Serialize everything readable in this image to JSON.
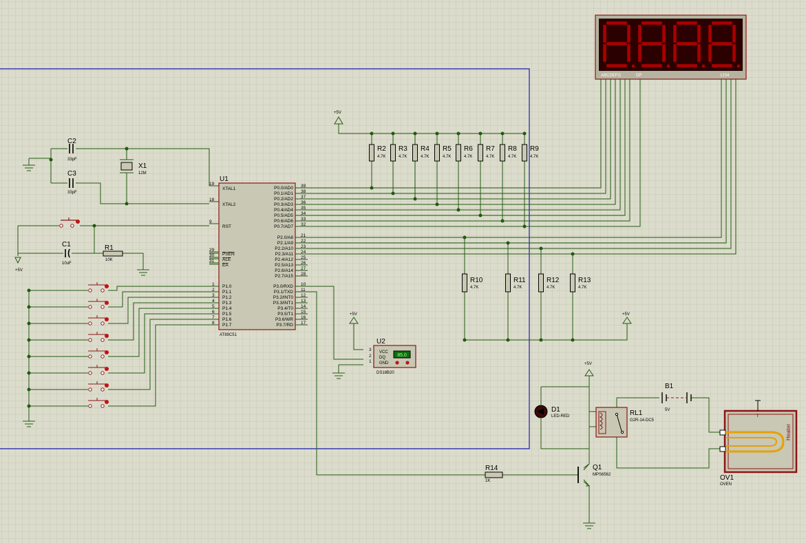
{
  "mcu": {
    "ref": "U1",
    "part": "AT89C51",
    "xtal1": "XTAL1",
    "xtal2": "XTAL2",
    "rst": "RST",
    "psen": "PSEN",
    "ale": "ALE",
    "ea": "EA",
    "left_pins": [
      "19",
      "18",
      "9",
      "29",
      "30",
      "31",
      "1",
      "2",
      "3",
      "4",
      "5",
      "6",
      "7",
      "8"
    ],
    "port1": [
      "P1.0",
      "P1.1",
      "P1.2",
      "P1.3",
      "P1.4",
      "P1.5",
      "P1.6",
      "P1.7"
    ],
    "port0": [
      "P0.0/AD0",
      "P0.1/AD1",
      "P0.2/AD2",
      "P0.3/AD3",
      "P0.4/AD4",
      "P0.5/AD5",
      "P0.6/AD6",
      "P0.7/AD7"
    ],
    "port0_pins": [
      "39",
      "38",
      "37",
      "36",
      "35",
      "34",
      "33",
      "32"
    ],
    "port2": [
      "P2.0/A8",
      "P2.1/A9",
      "P2.2/A10",
      "P2.3/A11",
      "P2.4/A12",
      "P2.5/A13",
      "P2.6/A14",
      "P2.7/A15"
    ],
    "port2_pins": [
      "21",
      "22",
      "23",
      "24",
      "25",
      "26",
      "27",
      "28"
    ],
    "port3": [
      "P3.0/RXD",
      "P3.1/TXD",
      "P3.2/INT0",
      "P3.3/INT1",
      "P3.4/T0",
      "P3.5/T1",
      "P3.6/WR",
      "P3.7/RD"
    ],
    "port3_pins": [
      "10",
      "11",
      "12",
      "13",
      "14",
      "15",
      "16",
      "17"
    ]
  },
  "crystal": {
    "ref": "X1",
    "value": "12M"
  },
  "caps": [
    {
      "ref": "C2",
      "value": "33pF"
    },
    {
      "ref": "C3",
      "value": "33pF"
    },
    {
      "ref": "C1",
      "value": "10uF"
    }
  ],
  "reset_resistor": {
    "ref": "R1",
    "value": "10K"
  },
  "pullups_p0": [
    {
      "ref": "R2",
      "value": "4.7K"
    },
    {
      "ref": "R3",
      "value": "4.7K"
    },
    {
      "ref": "R4",
      "value": "4.7K"
    },
    {
      "ref": "R5",
      "value": "4.7K"
    },
    {
      "ref": "R6",
      "value": "4.7K"
    },
    {
      "ref": "R7",
      "value": "4.7K"
    },
    {
      "ref": "R8",
      "value": "4.7K"
    },
    {
      "ref": "R9",
      "value": "4.7K"
    }
  ],
  "pullups_p2": [
    {
      "ref": "R10",
      "value": "4.7K"
    },
    {
      "ref": "R11",
      "value": "4.7K"
    },
    {
      "ref": "R12",
      "value": "4.7K"
    },
    {
      "ref": "R13",
      "value": "4.7K"
    }
  ],
  "power": {
    "vcc": "+5V"
  },
  "display": {
    "segments": "ABCDEFG",
    "dp": "DP",
    "digits": "1234",
    "digit_count": 4,
    "color": "#aa0000"
  },
  "sensor": {
    "ref": "U2",
    "part": "DS18B20",
    "vcc": "VCC",
    "dq": "DQ",
    "gnd": "GND",
    "pins": [
      "3",
      "2",
      "1"
    ],
    "reading": "85.0"
  },
  "led": {
    "ref": "D1",
    "part": "LED-RED"
  },
  "relay": {
    "ref": "RL1",
    "part": "G2R-14-DC5"
  },
  "battery": {
    "ref": "B1",
    "value": "5V"
  },
  "transistor": {
    "ref": "Q1",
    "part": "MPS6562"
  },
  "base_resistor": {
    "ref": "R14",
    "value": "1K"
  },
  "oven": {
    "ref": "OV1",
    "part": "OVEN",
    "element": "Heater",
    "indicator": "T"
  },
  "colors": {
    "wire": "#205a10",
    "part_outline": "#8c1414",
    "sheet_border": "#1a1ab4",
    "grid_bg": "#dcdccc"
  }
}
